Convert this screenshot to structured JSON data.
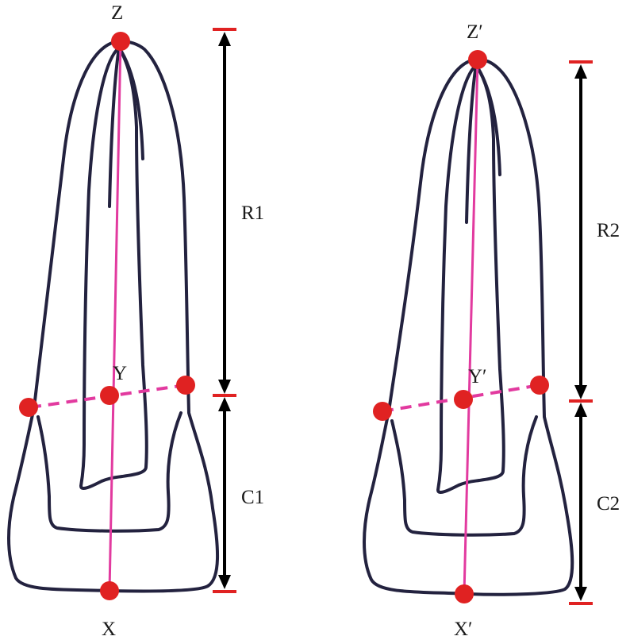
{
  "colors": {
    "outline": "#23223f",
    "axis_line": "#e23a9f",
    "landmark_point": "#e02222",
    "measure_arrow": "#000000",
    "measure_tick": "#e02222"
  },
  "left_tooth": {
    "apex_label": "Z",
    "cej_label": "Y",
    "crown_label": "X",
    "root_segment_label": "R1",
    "crown_segment_label": "C1"
  },
  "right_tooth": {
    "apex_label": "Z′",
    "cej_label": "Y′",
    "crown_label": "X′",
    "root_segment_label": "R2",
    "crown_segment_label": "C2"
  }
}
